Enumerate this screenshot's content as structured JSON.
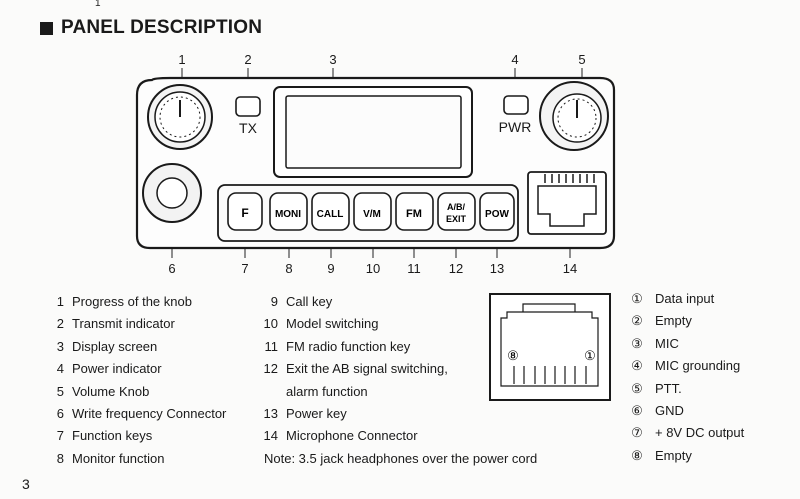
{
  "page": {
    "top_mark": "1",
    "title": "PANEL DESCRIPTION",
    "page_number": "3"
  },
  "diagram": {
    "callouts_top": [
      "1",
      "2",
      "3",
      "4",
      "5"
    ],
    "callouts_bottom": [
      "6",
      "7",
      "8",
      "9",
      "10",
      "11",
      "12",
      "13",
      "14"
    ],
    "indicator_labels": {
      "tx": "TX",
      "pwr": "PWR"
    },
    "keys": [
      "F",
      "MONI",
      "CALL",
      "V/M",
      "FM",
      "A/B/ EXIT",
      "POW"
    ],
    "connector_pins": {
      "left": "⑧",
      "right": "①"
    }
  },
  "legend_left": [
    {
      "num": "1",
      "text": "Progress of the knob"
    },
    {
      "num": "2",
      "text": "Transmit indicator"
    },
    {
      "num": "3",
      "text": "Display screen"
    },
    {
      "num": "4",
      "text": "Power indicator"
    },
    {
      "num": "5",
      "text": "Volume Knob"
    },
    {
      "num": "6",
      "text": "Write frequency Connector"
    },
    {
      "num": "7",
      "text": "Function keys"
    },
    {
      "num": "8",
      "text": "Monitor function"
    }
  ],
  "legend_mid": [
    {
      "num": "9",
      "text": "Call key"
    },
    {
      "num": "10",
      "text": "Model switching"
    },
    {
      "num": "11",
      "text": "FM radio function key"
    },
    {
      "num": "12",
      "text": "Exit the AB signal switching,"
    },
    {
      "num": "",
      "text": "alarm function"
    },
    {
      "num": "13",
      "text": "Power key"
    },
    {
      "num": "14",
      "text": "Microphone Connector"
    }
  ],
  "note": "Note: 3.5 jack headphones over the power cord",
  "pin_legend": [
    {
      "num": "①",
      "text": "Data input"
    },
    {
      "num": "②",
      "text": "Empty"
    },
    {
      "num": "③",
      "text": "MIC"
    },
    {
      "num": "④",
      "text": "MIC grounding"
    },
    {
      "num": "⑤",
      "text": "PTT."
    },
    {
      "num": "⑥",
      "text": "GND"
    },
    {
      "num": "⑦",
      "text": "+ 8V DC output"
    },
    {
      "num": "⑧",
      "text": "Empty"
    }
  ]
}
